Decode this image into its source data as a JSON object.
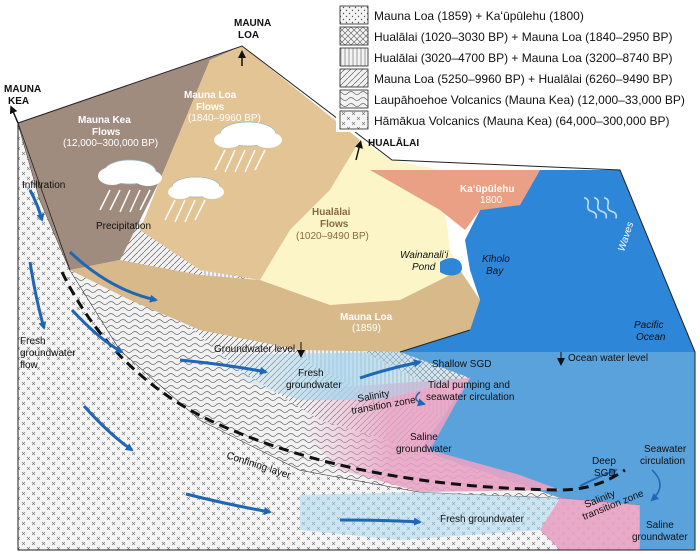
{
  "legend": [
    {
      "text": "Mauna Loa (1859) + Kaʻūpūlehu (1800)",
      "pattern": "dots"
    },
    {
      "text": "Hualālai (1020–3030 BP) + Mauna Loa (1840–2950 BP)",
      "pattern": "crosshatch"
    },
    {
      "text": "Hualālai (3020–4700 BP) + Mauna Loa (3200–8740 BP)",
      "pattern": "vertical"
    },
    {
      "text": "Mauna Loa (5250–9960 BP) + Hualālai (6260–9490 BP)",
      "pattern": "diagonal"
    },
    {
      "text": "Laupāhoehoe Volcanics (Mauna Kea) (12,000–33,000 BP)",
      "pattern": "wavy"
    },
    {
      "text": "Hāmākua Volcanics (Mauna Kea) (64,000–300,000 BP)",
      "pattern": "xmarks"
    }
  ],
  "peaks": {
    "mauna_loa": [
      "MAUNA",
      "LOA"
    ],
    "mauna_kea": [
      "MAUNA",
      "KEA"
    ],
    "hualalai": "HUALĀLAI"
  },
  "surface_labels": {
    "mauna_kea_flows": [
      "Mauna Kea",
      "Flows"
    ],
    "mauna_kea_age": "(12,000–300,000 BP)",
    "mauna_loa_flows": [
      "Mauna Loa",
      "Flows"
    ],
    "mauna_loa_age": "(1840–9960 BP)",
    "hualalai_flows": [
      "Hualālai",
      "Flows"
    ],
    "hualalai_age": "(1020–9490 BP)",
    "kaupulehu": "Kaʻūpūlehu",
    "kaupulehu_year": "1800",
    "mauna_loa_1859": "Mauna Loa",
    "mauna_loa_1859_year": "(1859)",
    "precipitation": "Precipitation",
    "infiltration": "Infiltration",
    "wainanalii_pond": [
      "Wainanaliʻi",
      "Pond"
    ],
    "kiholo_bay": [
      "Kīholo",
      "Bay"
    ],
    "waves": "Waves",
    "pacific_ocean": [
      "Pacific",
      "Ocean"
    ]
  },
  "subsurface_labels": {
    "groundwater_level": "Groundwater level",
    "ocean_water_level": "Ocean water level",
    "fresh_groundwater_flow": [
      "Fresh",
      "groundwater",
      "flow"
    ],
    "fresh_groundwater_upper": [
      "Fresh",
      "groundwater"
    ],
    "shallow_sgd": "Shallow SGD",
    "tidal_pumping": [
      "Tidal pumping and",
      "seawater circulation"
    ],
    "salinity_transition_upper": [
      "Salinity",
      "transition zone"
    ],
    "saline_groundwater_upper": [
      "Saline",
      "groundwater"
    ],
    "confining_layer": "Confining layer",
    "deep_sgd": [
      "Deep",
      "SGD"
    ],
    "seawater_circulation": [
      "Seawater",
      "circulation"
    ],
    "salinity_transition_lower": [
      "Salinity",
      "transition zone"
    ],
    "saline_groundwater_lower": [
      "Saline",
      "groundwater"
    ],
    "fresh_groundwater_lower": "Fresh groundwater"
  },
  "colors": {
    "mauna_kea_surface": "#a08b7f",
    "mauna_loa_surface": "#e3c495",
    "hualalai_surface": "#fbf5c8",
    "kaupulehu_surface": "#e9a084",
    "mauna_loa_1859_surface": "#d8b98a",
    "ocean": "#2e86d9",
    "ocean_section": "#5aa2dc",
    "saline": "#e8a2c4",
    "fresh_water": "#a8d6ee",
    "arrow": "#1f66b5"
  }
}
